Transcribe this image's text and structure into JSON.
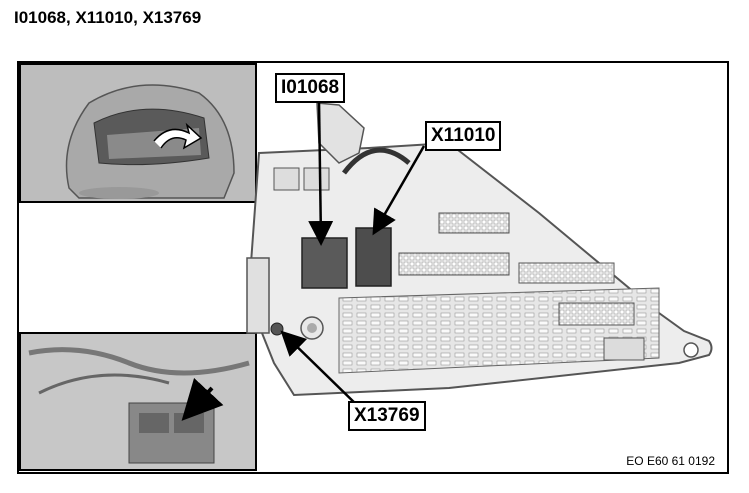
{
  "page": {
    "title": "I01068, X11010, X13769"
  },
  "figure": {
    "callouts": [
      {
        "id": "I01068"
      },
      {
        "id": "X11010"
      },
      {
        "id": "X13769"
      }
    ],
    "figure_code": "EO E60 61 0192"
  },
  "colors": {
    "inset_background": "#b8b8b8",
    "module_body": "#ececec",
    "module_outline": "#555555",
    "line": "#000000"
  }
}
